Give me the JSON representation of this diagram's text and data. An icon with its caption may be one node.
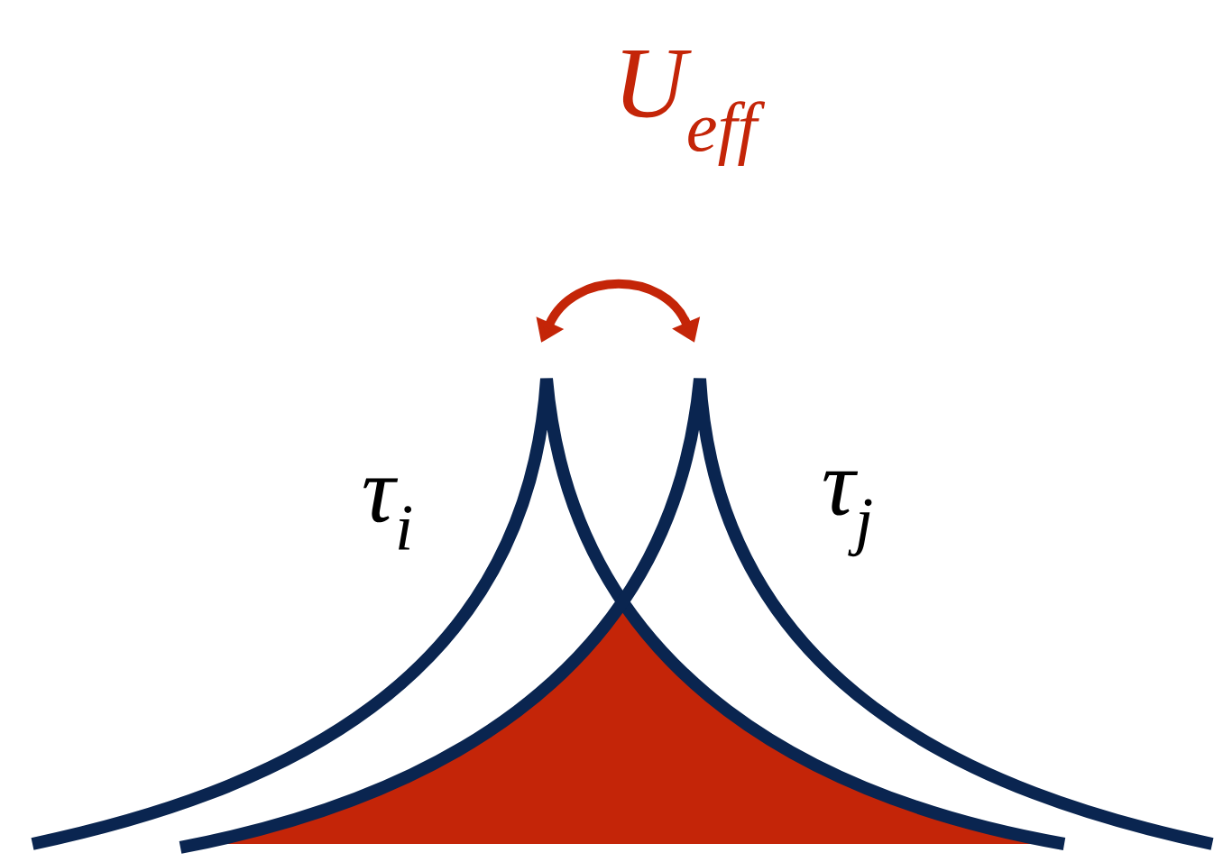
{
  "diagram": {
    "labels": [
      "U$_{eff}$",
      "τ$_{i}$",
      "τ$_{j}$"
    ]
  }
}
